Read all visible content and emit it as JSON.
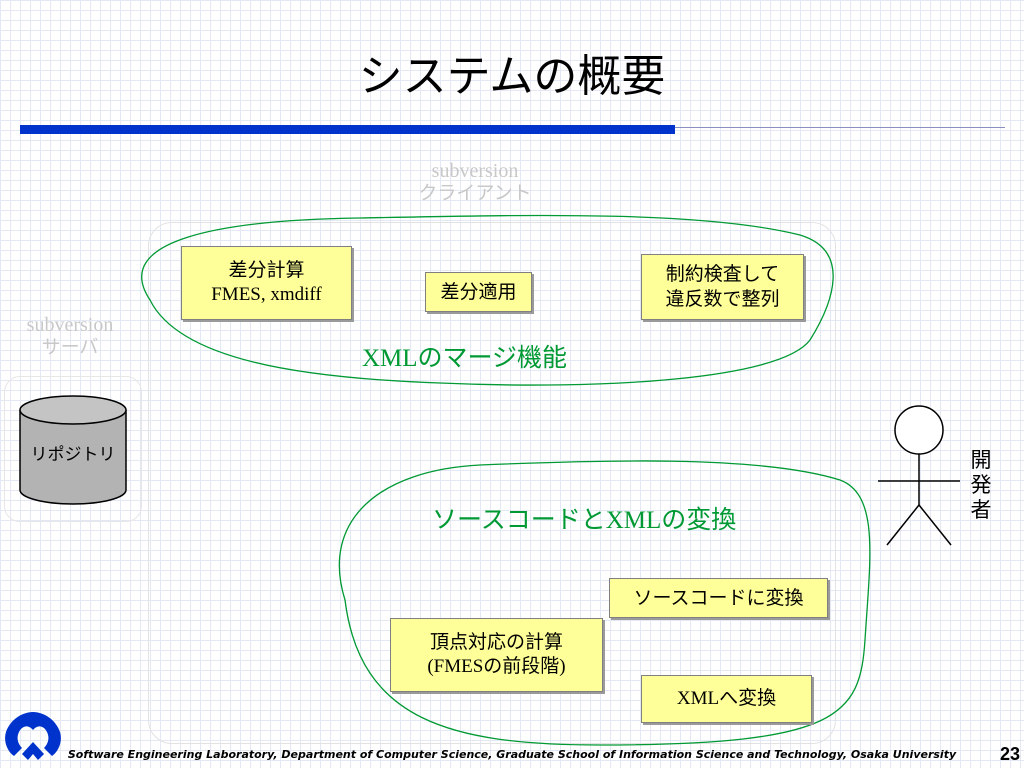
{
  "slide": {
    "title": "システムの概要",
    "page_number": "23",
    "footer": "Software Engineering Laboratory, Department of Computer Science, Graduate School of Information Science and Technology, Osaka University"
  },
  "client": {
    "name_line1": "subversion",
    "name_line2": "クライアント"
  },
  "server": {
    "name_line1": "subversion",
    "name_line2": "サーバ",
    "repository_label": "リポジトリ"
  },
  "merge_group": {
    "label": "XMLのマージ機能",
    "diff_calc_line1": "差分計算",
    "diff_calc_line2": "FMES, xmdiff",
    "diff_apply": "差分適用",
    "constraint_line1": "制約検査して",
    "constraint_line2": "違反数で整列"
  },
  "convert_group": {
    "label": "ソースコードとXMLの変換",
    "to_source": "ソースコードに変換",
    "vertex_line1": "頂点対応の計算",
    "vertex_line2": "(FMESの前段階)",
    "to_xml": "XMLへ変換"
  },
  "developer": {
    "label_line1": "開",
    "label_line2": "発",
    "label_line3": "者"
  },
  "colors": {
    "accent_blue": "#0033cc",
    "group_green": "#009933",
    "box_yellow": "#ffff99",
    "faded_gray": "#c8c8c8",
    "repository_gray": "#b3b3b3"
  },
  "icons": {
    "logo": "osaka-university-logo-icon",
    "actor": "developer-stick-figure-icon",
    "database": "repository-cylinder-icon"
  }
}
